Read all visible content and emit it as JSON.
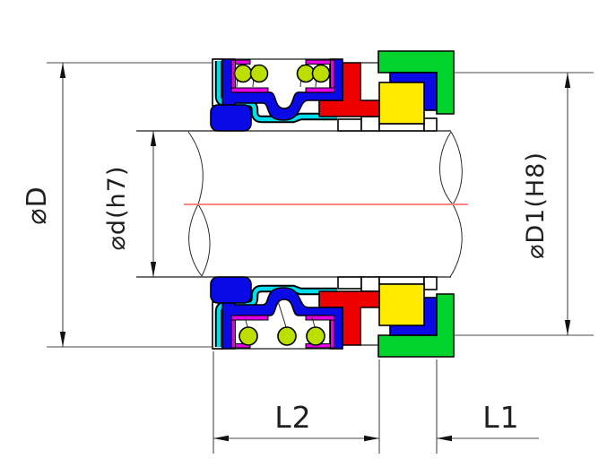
{
  "drawing": {
    "labels": {
      "outer_diameter": "⌀D",
      "shaft_diameter": "⌀d(h7)",
      "bore_diameter": "⌀D1(H8)",
      "length_l2": "L2",
      "length_l1": "L1"
    },
    "colors": {
      "blue": "#0a0ae6",
      "cyan": "#00dcec",
      "magenta": "#e600e6",
      "red": "#ee0000",
      "yellow": "#ffea00",
      "green": "#00d32b",
      "spring": "#bcdf00",
      "centerline": "#ff8585",
      "white": "#ffffff"
    }
  }
}
